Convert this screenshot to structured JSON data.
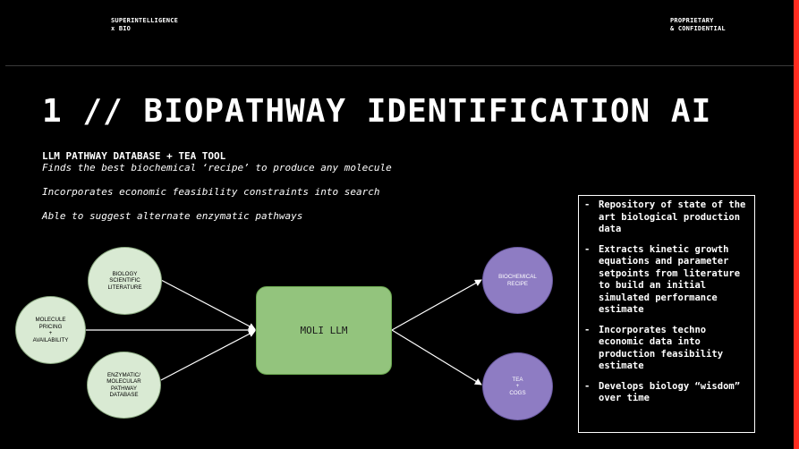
{
  "header": {
    "left": "SUPERINTELLIGENCE\nx BIO",
    "right": "PROPRIETARY\n& CONFIDENTIAL"
  },
  "title": "1 // BIOPATHWAY IDENTIFICATION AI",
  "section": {
    "subheading": "LLM PATHWAY DATABASE + TEA TOOL",
    "lines": [
      "Finds the best biochemical ‘recipe’ to produce any molecule",
      "Incorporates economic feasibility constraints into search",
      "Able to suggest alternate enzymatic pathways"
    ]
  },
  "diagram": {
    "inputs": [
      "BIOLOGY\nSCIENTIFIC\nLITERATURE",
      "MOLECULE\nPRICING\n+\nAVAILABILITY",
      "ENZYMATIC/\nMOLECULAR\nPATHWAY\nDATABASE"
    ],
    "center": "MOLI LLM",
    "outputs": [
      "BIOCHEMICAL\nRECIPE",
      "TEA\n+\nCOGS"
    ]
  },
  "info_box": {
    "dash": "-",
    "items": [
      "Repository of state of the art biological production data",
      "Extracts kinetic growth equations and parameter setpoints from literature to build an initial simulated performance estimate",
      "Incorporates techno economic data into production feasibility estimate",
      "Develops biology “wisdom” over time"
    ]
  },
  "colors": {
    "background": "#000000",
    "accent_strip": "#ff2d20",
    "input_node": "#d9ead3",
    "center_box": "#93c47d",
    "output_node": "#8e7cc3"
  }
}
